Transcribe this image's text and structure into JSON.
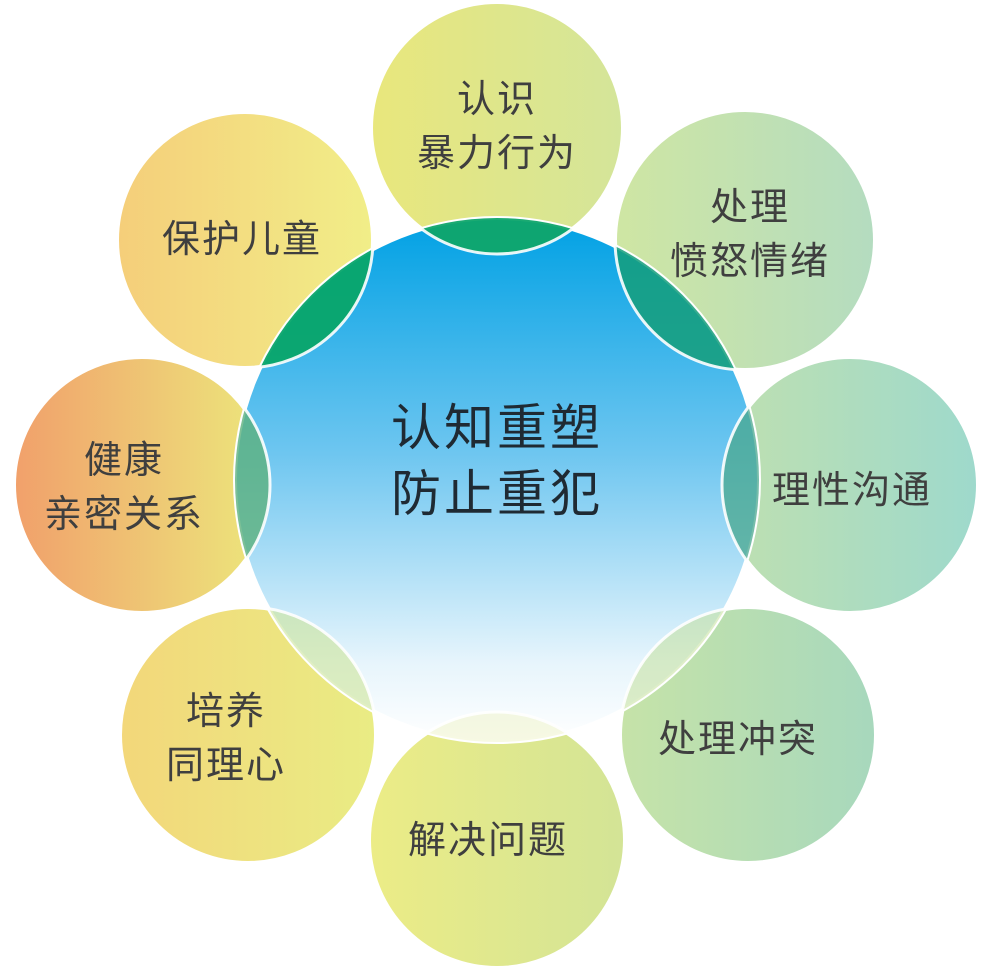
{
  "center": {
    "lines": [
      "认知重塑",
      "防止重犯"
    ]
  },
  "petals": [
    {
      "key": "top",
      "lines": [
        "认识",
        "暴力行为"
      ]
    },
    {
      "key": "upper-right",
      "lines": [
        "处理",
        "愤怒情绪"
      ]
    },
    {
      "key": "right",
      "lines": [
        "理性沟通"
      ]
    },
    {
      "key": "lower-right",
      "lines": [
        "处理冲突"
      ]
    },
    {
      "key": "bottom",
      "lines": [
        "解决问题"
      ]
    },
    {
      "key": "lower-left",
      "lines": [
        "培养",
        "同理心"
      ]
    },
    {
      "key": "left",
      "lines": [
        "健康",
        "亲密关系"
      ]
    },
    {
      "key": "upper-left",
      "lines": [
        "保护儿童"
      ]
    }
  ],
  "colors": {
    "center_top": "#00a6e6",
    "center_bottom": "#ffffff",
    "overlap_green": "#0aa56a",
    "petal_yellow": "#f2ea8f",
    "petal_green": "#bcdca6",
    "petal_teal": "#a8dcc8",
    "petal_orange": "#f2a66d"
  }
}
